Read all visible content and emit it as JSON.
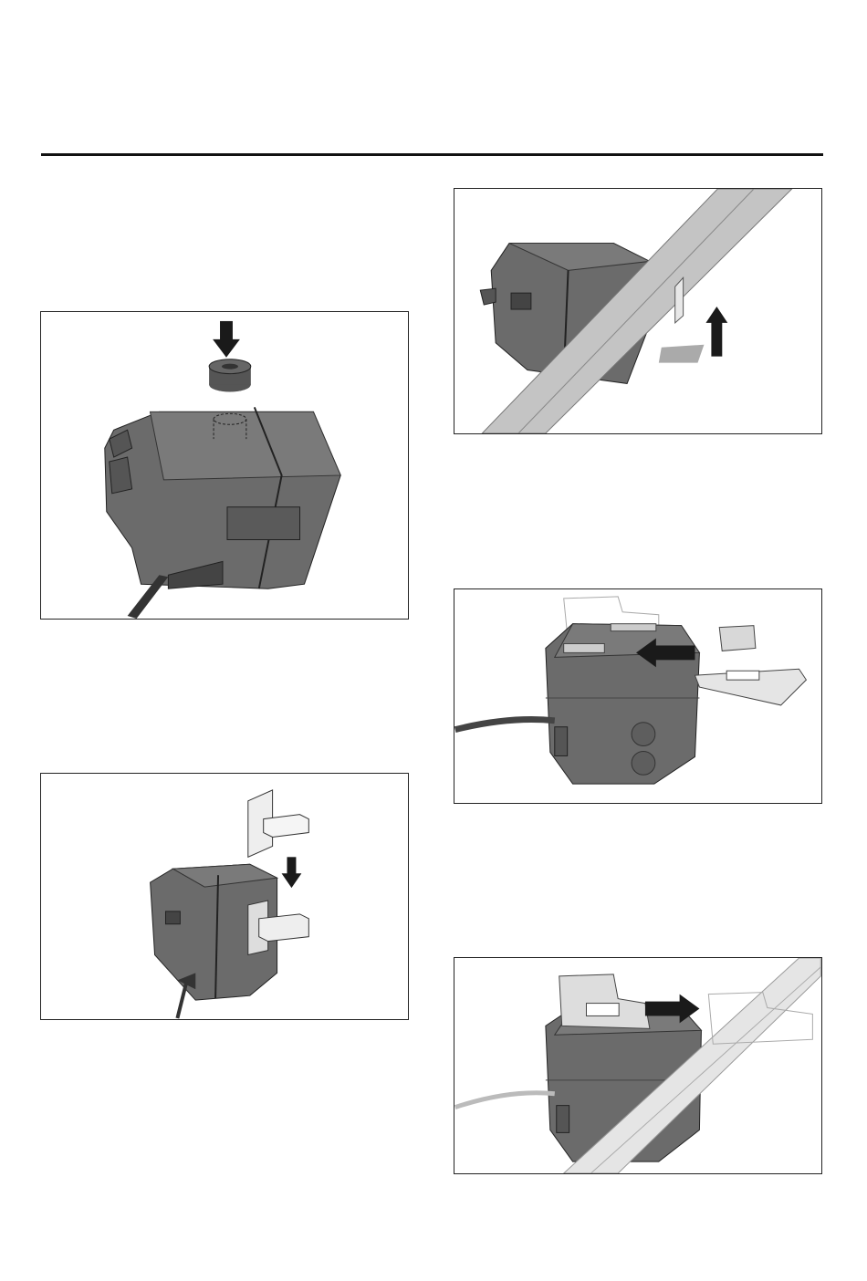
{
  "page": {
    "colors": {
      "rule": "#111111",
      "device_body": "#6b6b6b",
      "device_dark": "#4f4f4f",
      "rail": "#c4c4c4",
      "arrow": "#1a1a1a"
    }
  },
  "figures": [
    {
      "id": "fig1",
      "depicts": "rubber-foot-install",
      "icons": [
        "down-arrow-icon"
      ]
    },
    {
      "id": "fig2",
      "depicts": "mounting-bracket-insert",
      "icons": [
        "down-arrow-icon"
      ]
    },
    {
      "id": "fig3",
      "depicts": "device-on-rail-with-clip",
      "icons": [
        "up-arrow-icon"
      ]
    },
    {
      "id": "fig4",
      "depicts": "slide-bracket-on-top",
      "icons": [
        "left-arrow-icon"
      ]
    },
    {
      "id": "fig5",
      "depicts": "slide-bracket-off-rail",
      "icons": [
        "right-arrow-icon"
      ]
    }
  ]
}
